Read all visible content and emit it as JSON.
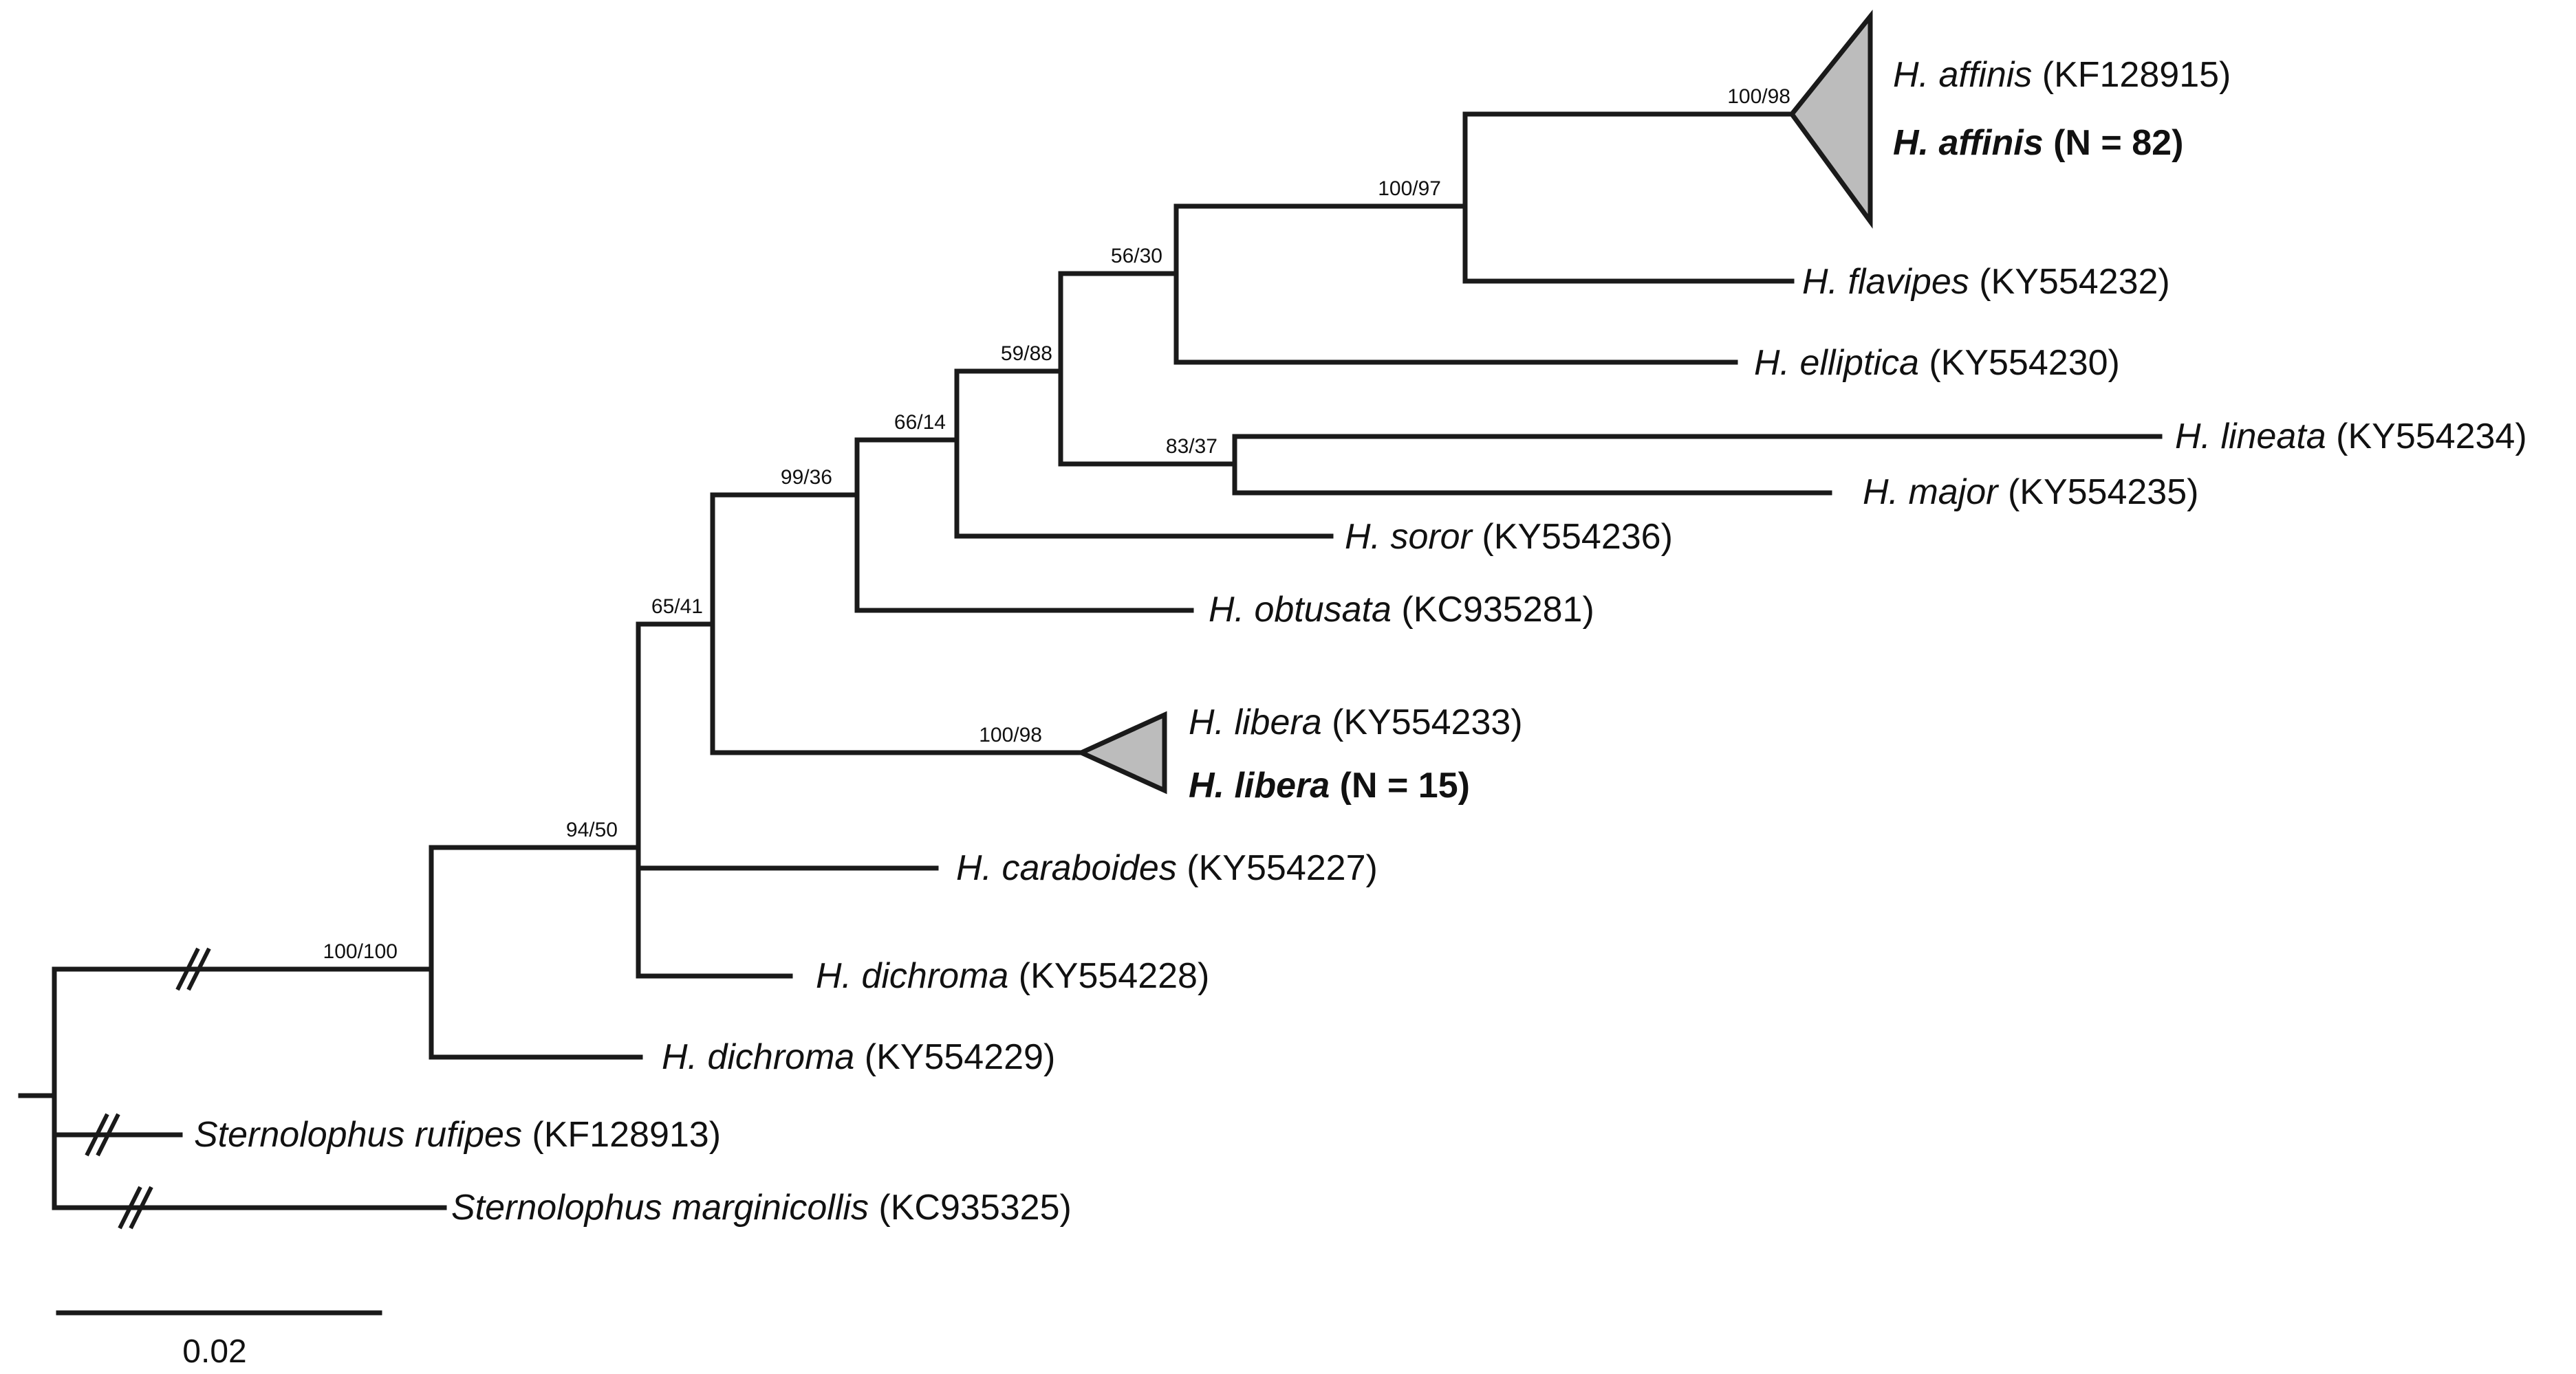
{
  "tips": {
    "affinis_ref": {
      "species": "H. affinis",
      "code": "(KF128915)"
    },
    "affinis_clade": {
      "species": "H. affinis",
      "code": "(N = 82)"
    },
    "flavipes": {
      "species": "H. flavipes",
      "code": "(KY554232)"
    },
    "elliptica": {
      "species": "H. elliptica",
      "code": "(KY554230)"
    },
    "lineata": {
      "species": "H. lineata",
      "code": "(KY554234)"
    },
    "major": {
      "species": "H. major",
      "code": "(KY554235)"
    },
    "soror": {
      "species": "H. soror",
      "code": "(KY554236)"
    },
    "obtusata": {
      "species": "H. obtusata",
      "code": "(KC935281)"
    },
    "libera_ref": {
      "species": "H. libera",
      "code": "(KY554233)"
    },
    "libera_clade": {
      "species": "H. libera",
      "code": "(N = 15)"
    },
    "caraboides": {
      "species": "H. caraboides",
      "code": "(KY554227)"
    },
    "dichroma_228": {
      "species": "H. dichroma",
      "code": "(KY554228)"
    },
    "dichroma_229": {
      "species": "H. dichroma",
      "code": "(KY554229)"
    },
    "sternolophus_rufipes": {
      "species": "Sternolophus rufipes",
      "code": "(KF128913)"
    },
    "sternolophus_marginicollis": {
      "species": "Sternolophus marginicollis",
      "code": "(KC935325)"
    }
  },
  "support": {
    "affinis": "100/98",
    "affinis_flavipes": "100/97",
    "elliptica_group": "56/30",
    "lineata_group": "59/88",
    "lineata_major": "83/37",
    "soror_group": "66/14",
    "obtusata_group": "99/36",
    "libera_group": "65/41",
    "libera": "100/98",
    "caraboides_group": "94/50",
    "hydrochara": "100/100"
  },
  "scale": {
    "label": "0.02"
  },
  "colors": {
    "clade_fill": "#bcbcbc",
    "line": "#1a1a1a"
  }
}
